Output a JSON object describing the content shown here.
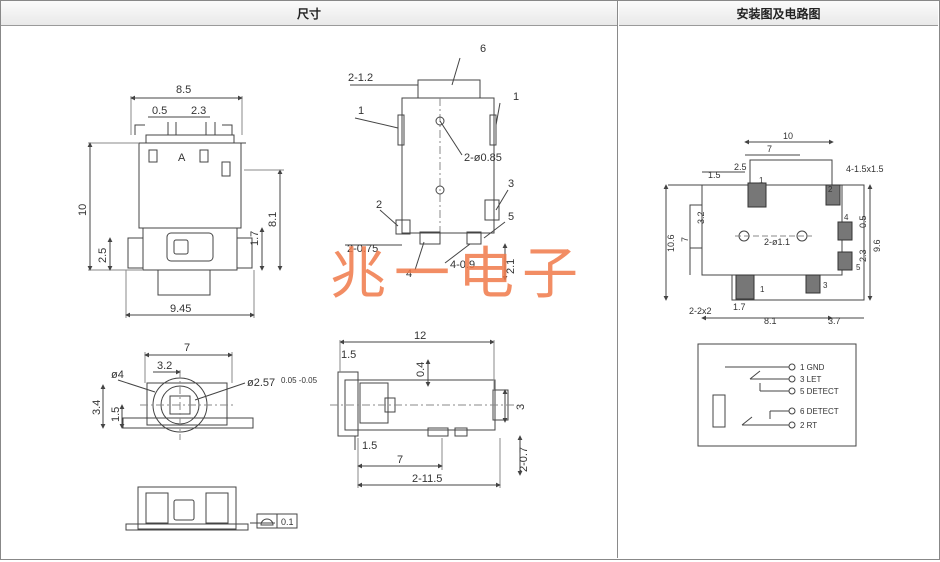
{
  "headers": {
    "left": "尺寸",
    "right": "安装图及电路图"
  },
  "watermark": "兆一电子",
  "front_view": {
    "width_top": "8.5",
    "dim_a": "0.5",
    "dim_b": "2.3",
    "height": "10",
    "height_b": "8.1",
    "dim_c": "1.7",
    "dim_d": "2.5",
    "width_bottom": "9.45",
    "letter": "A"
  },
  "side_view": {
    "pin_pitch": "2-1.2",
    "pin6": "6",
    "pin1": "1",
    "pin1b": "1",
    "hole": "2-ø0.85",
    "pin3": "3",
    "pin2": "2",
    "pin5": "5",
    "pin_w": "2-0.75",
    "pin4": "4",
    "pin_h": "4-0.9",
    "dim_e": "2.1"
  },
  "bottom_view": {
    "width": "7",
    "offset": "3.2",
    "dia": "ø4",
    "dia_small": "ø2.57",
    "dia_tol": "0.05 -0.05",
    "height": "3.4",
    "height_b": "1.5"
  },
  "top_view": {
    "length": "12",
    "dim_f": "1.5",
    "dim_g": "0.4",
    "dim_h": "3",
    "dim_i": "1.5",
    "dim_j": "7",
    "dim_k": "2-0.7",
    "dim_l": "2-11.5"
  },
  "end_view": {
    "flatness": "0.1"
  },
  "footprint": {
    "width": "10",
    "dim_a": "7",
    "dim_b": "2.5",
    "dim_c": "1.5",
    "pad": "4-1.5x1.5",
    "height": "10.6",
    "height_b": "7",
    "dim_d": "3.2",
    "hole": "2-ø1.1",
    "dim_e": "0.5",
    "dim_f": "9.6",
    "dim_g": "2.3",
    "slot": "2-2x2",
    "dim_h": "1.7",
    "dim_i": "8.1",
    "dim_j": "3.7",
    "pads": [
      "1",
      "2",
      "4",
      "5",
      "1",
      "3"
    ]
  },
  "circuit": {
    "pins": [
      "1 GND",
      "3 LET",
      "5 DETECT",
      "6 DETECT",
      "2 RT"
    ]
  }
}
